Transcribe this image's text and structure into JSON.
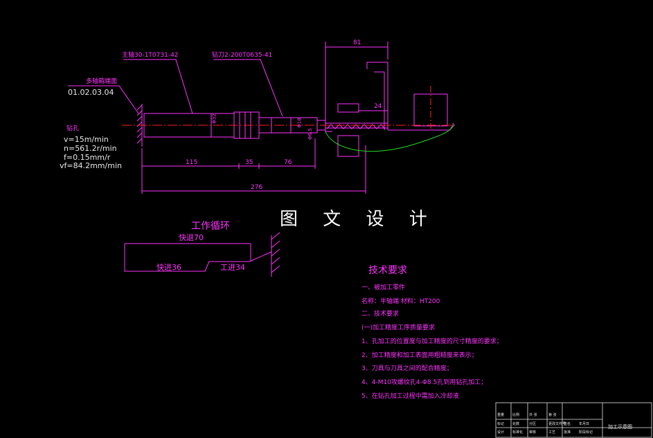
{
  "watermark": "图 文 设 计",
  "callouts": {
    "spindle": "主轴30-1T0731-42",
    "tool": "钻刀2-200T0635-41",
    "box": "多轴箱端面",
    "box_code": "01.02.03.04",
    "dim_top": "81",
    "dim_right": "24"
  },
  "cutting": {
    "title": "钻孔",
    "v": "v=15m/min",
    "n": "n=561.2r/min",
    "f": "f=0.15mm/r",
    "vf": "vf=84.2mm/min"
  },
  "dims": {
    "d1": "115",
    "d2": "35",
    "d3": "76",
    "total": "276",
    "dia1": "Φ32",
    "dia2": "Φ18",
    "dia3": "Φ6.5"
  },
  "cycle": {
    "title": "工作循环",
    "rapid_return": "快退70",
    "rapid_forward": "快进36",
    "work_feed": "工进34"
  },
  "tech": {
    "title": "技术要求",
    "items": [
      "一、被加工零件",
      "名称：半轴端  材料：HT200",
      "二、技术要求",
      "(一)加工精度工序质量要求",
      "1、孔加工的位置度与加工精度的尺寸精度的要求；",
      "2、加工精度和加工表面用粗糙度来表示；",
      "3、刀具与刀具之间的配合精度；",
      "4、4-M10攻螺纹孔4-Φ8.5孔到用钻孔加工；",
      "5、在钻孔加工过程中需加入冷却液"
    ]
  },
  "titleblock": {
    "name": "加工示意图",
    "cells": [
      "标记",
      "处数",
      "分区",
      "更改文件号",
      "签名",
      "年月日",
      "设计",
      "标准化",
      "审核",
      "工艺",
      "批准",
      "阶段标记",
      "重量",
      "比例",
      "共 张",
      "第 张"
    ]
  },
  "colors": {
    "magenta": "#ff33ff",
    "white": "#e8e8e8",
    "red_center": "#ff2020",
    "green": "#22dd22",
    "background": "#000000"
  }
}
